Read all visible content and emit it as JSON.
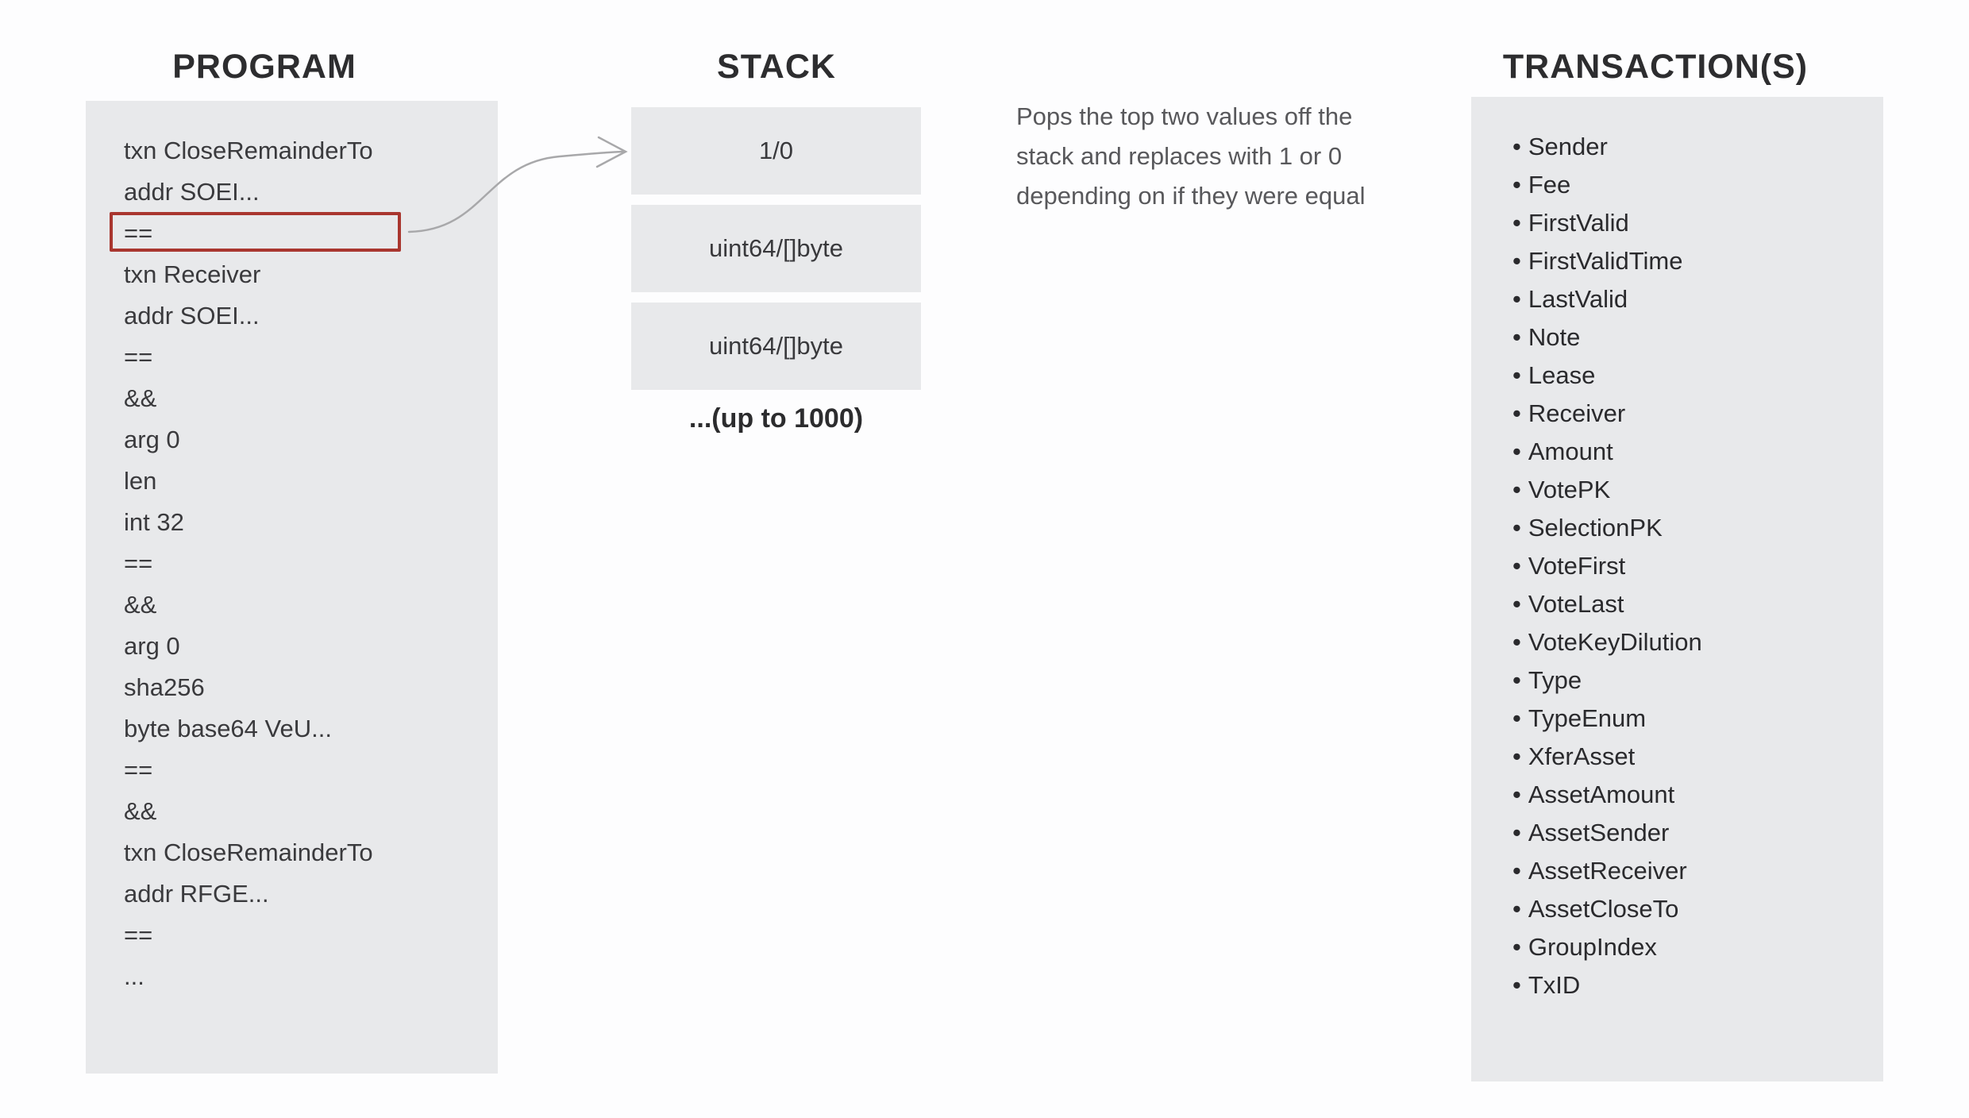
{
  "program": {
    "title": "PROGRAM",
    "lines": [
      "txn CloseRemainderTo",
      "addr SOEI...",
      "==",
      "txn Receiver",
      "addr SOEI...",
      "==",
      "&&",
      "arg 0",
      "len",
      "int 32",
      "==",
      "&&",
      "arg 0",
      "sha256",
      "byte base64 VeU...",
      "==",
      "&&",
      "txn CloseRemainderTo",
      "addr RFGE...",
      "==",
      "..."
    ],
    "highlighted_line_index": 2,
    "highlighted_line_text": "=="
  },
  "stack": {
    "title": "STACK",
    "slots": [
      "1/0",
      "uint64/[]byte",
      "uint64/[]byte"
    ],
    "capacity_note": "...(up to 1000)"
  },
  "description": {
    "lines": [
      "Pops the top two values off the",
      "stack and replaces with 1 or 0",
      "depending on if they were equal"
    ]
  },
  "transactions": {
    "title": "TRANSACTION(S)",
    "bullet": "•",
    "fields": [
      "Sender",
      "Fee",
      "FirstValid",
      "FirstValidTime",
      "LastValid",
      "Note",
      "Lease",
      "Receiver",
      "Amount",
      "VotePK",
      "SelectionPK",
      "VoteFirst",
      "VoteLast",
      "VoteKeyDilution",
      "Type",
      "TypeEnum",
      "XferAsset",
      "AssetAmount",
      "AssetSender",
      "AssetReceiver",
      "AssetCloseTo",
      "GroupIndex",
      "TxID"
    ]
  },
  "colors": {
    "panel_bg": "#e8e9eb",
    "highlight_border": "#a9362f",
    "arrow": "#a8a8aa",
    "heading_text": "#2d2d2f",
    "code_text": "#3a3a3d",
    "description_text": "#58585b",
    "item_text": "#2a2a2d"
  }
}
